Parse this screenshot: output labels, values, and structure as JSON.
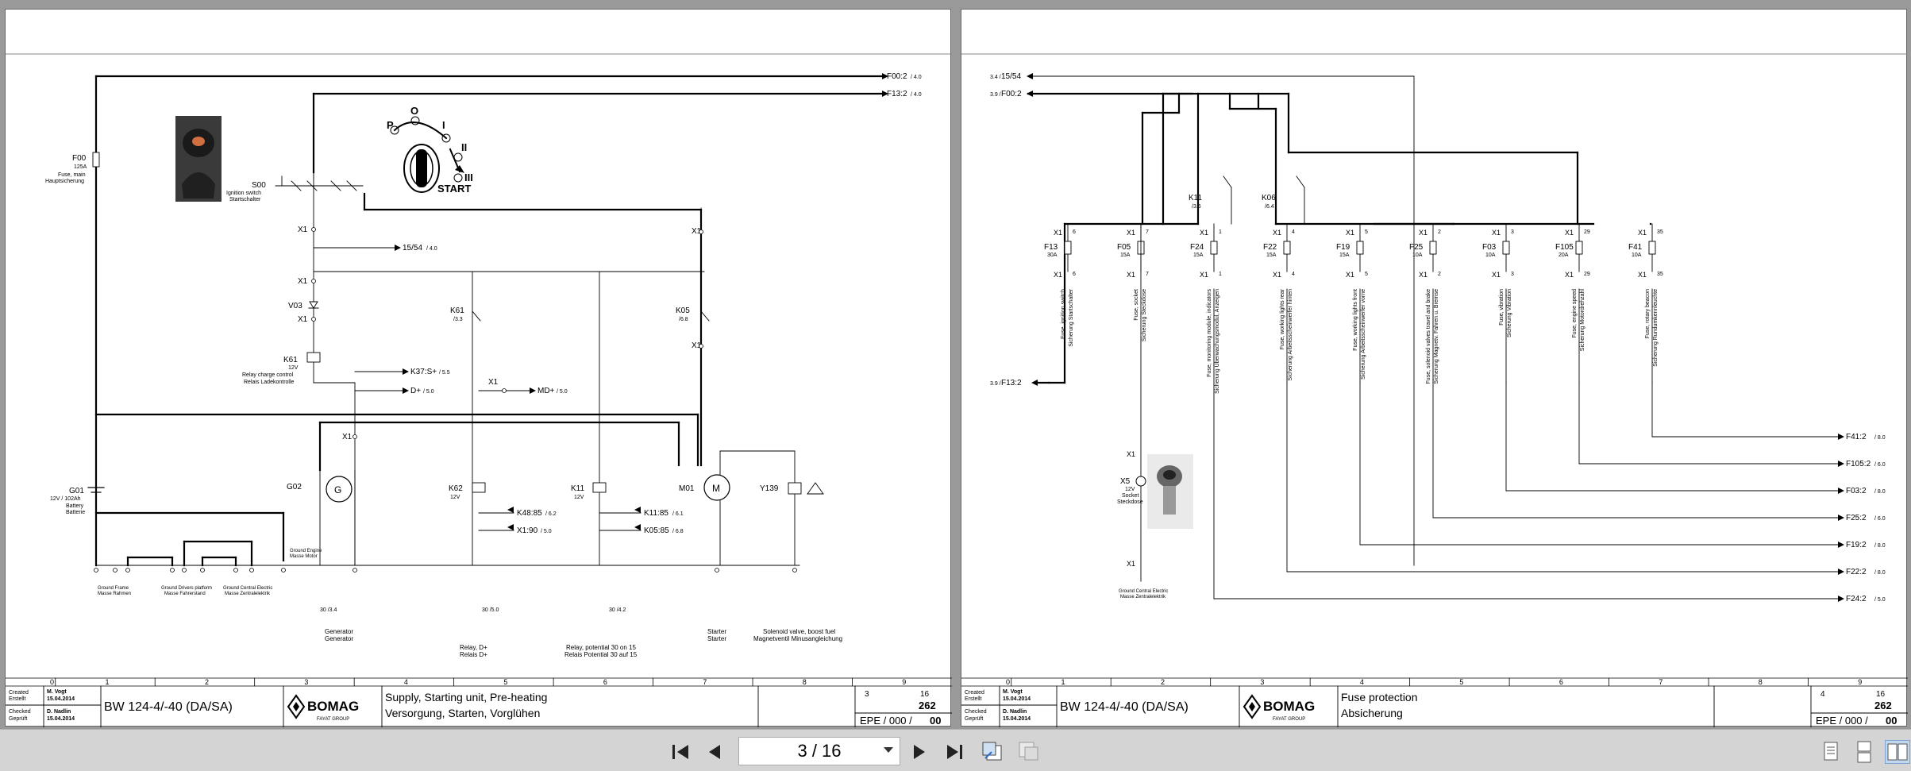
{
  "toolbar": {
    "first_label": "",
    "prev_label": "",
    "page_indicator": "3 / 16",
    "next_label": "",
    "last_label": ""
  },
  "left": {
    "grid_cols": [
      "0",
      "1",
      "2",
      "3",
      "4",
      "5",
      "6",
      "7",
      "8",
      "9"
    ],
    "top_right": [
      {
        "label": "F00:2",
        "ref": "/ 4.0"
      },
      {
        "label": "F13:2",
        "ref": "/ 4.0"
      }
    ],
    "f00": {
      "name": "F00",
      "rating": "125A",
      "desc1": "Fuse, main",
      "desc2": "Hauptsicherung"
    },
    "s00": {
      "name": "S00",
      "desc1": "Ignition switch",
      "desc2": "Startschalter"
    },
    "switch_labels": {
      "p": "P",
      "o": "O",
      "one": "I",
      "two": "II",
      "three": "III",
      "start": "START"
    },
    "out_1554": {
      "label": "15/54",
      "ref": "/ 4.0"
    },
    "v03": "V03",
    "k61": {
      "name": "K61",
      "volt": "12V",
      "desc1": "Relay charge control",
      "desc2": "Relais Ladekontrolle"
    },
    "k61b": {
      "name": "K61",
      "ref": "/3.3"
    },
    "k05": {
      "name": "K05",
      "ref": "/6.8"
    },
    "k37": {
      "label": "K37:S+",
      "ref": "/ 5.5"
    },
    "dplus": {
      "label": "D+",
      "ref": "/ 5.0"
    },
    "mdplus": {
      "label": "MD+",
      "ref": "/ 5.0"
    },
    "g01": {
      "name": "G01",
      "desc0": "12V / 102Ah",
      "desc1": "Battery",
      "desc2": "Batterie"
    },
    "g02": "G02",
    "m01": "M01",
    "k62": {
      "name": "K62",
      "volt": "12V"
    },
    "k11": {
      "name": "K11",
      "volt": "12V"
    },
    "y139": "Y139",
    "k48": {
      "label": "K48:85",
      "ref": "/ 6.2"
    },
    "x190": {
      "label": "X1:90",
      "ref": "/ 5.0"
    },
    "k1185": {
      "label": "K11:85",
      "ref": "/ 6.1"
    },
    "k0585": {
      "label": "K05:85",
      "ref": "/ 6.8"
    },
    "ground_labels": [
      {
        "a": "Ground Frame",
        "b": "Masse Rahmen"
      },
      {
        "a": "Ground Drivers platform",
        "b": "Masse Fahrerstand"
      },
      {
        "a": "Ground Central Electric",
        "b": "Masse Zentralelektrik"
      }
    ],
    "ground_engine": {
      "a": "Ground Engine",
      "b": "Masse Motor"
    },
    "bottom_descs": [
      {
        "a": "Generator",
        "b": "Generator"
      },
      {
        "a": "Relay, D+",
        "b": "Relais D+"
      },
      {
        "a": "Relay, potential 30 on 15",
        "b": "Relais Potential 30 auf 15"
      },
      {
        "a": "Starter",
        "b": "Starter"
      },
      {
        "a": "Solenoid valve, boost fuel",
        "b": "Magnetventil Minusangleichung"
      }
    ],
    "contact_refs": [
      {
        "label": "30 /3.4"
      },
      {
        "label": "30 /5.0"
      },
      {
        "label": "30 /4.2"
      }
    ],
    "title": {
      "created_lbl": "Created",
      "created_lbl2": "Erstellt",
      "created_by": "M. Vogt",
      "created_date": "15.04.2014",
      "checked_lbl": "Checked",
      "checked_lbl2": "Geprüft",
      "checked_by": "D. Nadlin",
      "checked_date": "15.04.2014",
      "machine": "BW 124-4/-40 (DA/SA)",
      "brand": "BOMAG",
      "brand_sub": "FAYAT GROUP",
      "desc1": "Supply, Starting unit, Pre-heating",
      "desc2": "Versorgung, Starten, Vorglühen",
      "page": "3",
      "from": "16",
      "doc": "262",
      "epe": "EPE / 000 /",
      "rev": "00"
    }
  },
  "right": {
    "grid_cols": [
      "0",
      "1",
      "2",
      "3",
      "4",
      "5",
      "6",
      "7",
      "8",
      "9"
    ],
    "top_left": [
      {
        "ref": "3.4 /",
        "label": "15/54"
      },
      {
        "ref": "3.9 /",
        "label": "F00:2"
      }
    ],
    "f132_left": {
      "ref": "3.9 /",
      "label": "F13:2"
    },
    "fuses": [
      {
        "name": "F13",
        "rating": "30A",
        "d1": "Fuse, ignition switch",
        "d2": "Sicherung Startschalter",
        "pin": "6"
      },
      {
        "name": "F05",
        "rating": "15A",
        "d1": "Fuse, socket",
        "d2": "Sicherung Steckdose",
        "pin": "7"
      },
      {
        "name": "F24",
        "rating": "15A",
        "d1": "Fuse, monitoring module, indicators",
        "d2": "Sicherung Überwachungsmodul, Anzeigen",
        "pin": "1"
      },
      {
        "name": "F22",
        "rating": "15A",
        "d1": "Fuse, working lights rear",
        "d2": "Sicherung Arbeitsscheinwerfer hinten",
        "pin": "4"
      },
      {
        "name": "F19",
        "rating": "15A",
        "d1": "Fuse, working lights front",
        "d2": "Sicherung Arbeitsscheinwerfer vorne",
        "pin": "5"
      },
      {
        "name": "F25",
        "rating": "10A",
        "d1": "Fuse, solenoid valves travel and brake",
        "d2": "Sicherung Magnetv. Fahren u. Bremse",
        "pin": "2"
      },
      {
        "name": "F03",
        "rating": "10A",
        "d1": "Fuse, vibration",
        "d2": "Sicherung Vibration",
        "pin": "3"
      },
      {
        "name": "F105",
        "rating": "20A",
        "d1": "Fuse, engine speed",
        "d2": "Sicherung Motordrehzahl",
        "pin": "29"
      },
      {
        "name": "F41",
        "rating": "10A",
        "d1": "Fuse, rotary beacon",
        "d2": "Sicherung Rundumkennleuchte",
        "pin": "35"
      }
    ],
    "k11": {
      "name": "K11",
      "ref": "/3.6"
    },
    "k06": {
      "name": "K06",
      "ref": "/6.4"
    },
    "x5": {
      "name": "X5",
      "volt": "12V",
      "d1": "Socket",
      "d2": "Steckdose"
    },
    "ground": {
      "a": "Ground Central Electric",
      "b": "Masse Zentralelektrik"
    },
    "outs": [
      {
        "label": "F41:2",
        "ref": "/ 8.0"
      },
      {
        "label": "F105:2",
        "ref": "/ 6.0"
      },
      {
        "label": "F03:2",
        "ref": "/ 8.0"
      },
      {
        "label": "F25:2",
        "ref": "/ 6.0"
      },
      {
        "label": "F19:2",
        "ref": "/ 8.0"
      },
      {
        "label": "F22:2",
        "ref": "/ 8.0"
      },
      {
        "label": "F24:2",
        "ref": "/ 5.0"
      }
    ],
    "title": {
      "created_lbl": "Created",
      "created_lbl2": "Erstellt",
      "created_by": "M. Vogt",
      "created_date": "15.04.2014",
      "checked_lbl": "Checked",
      "checked_lbl2": "Geprüft",
      "checked_by": "D. Nadlin",
      "checked_date": "15.04.2014",
      "machine": "BW 124-4/-40 (DA/SA)",
      "brand": "BOMAG",
      "brand_sub": "FAYAT GROUP",
      "desc1": "Fuse protection",
      "desc2": "Absicherung",
      "page": "4",
      "from": "16",
      "doc": "262",
      "epe": "EPE / 000 /",
      "rev": "00"
    }
  }
}
